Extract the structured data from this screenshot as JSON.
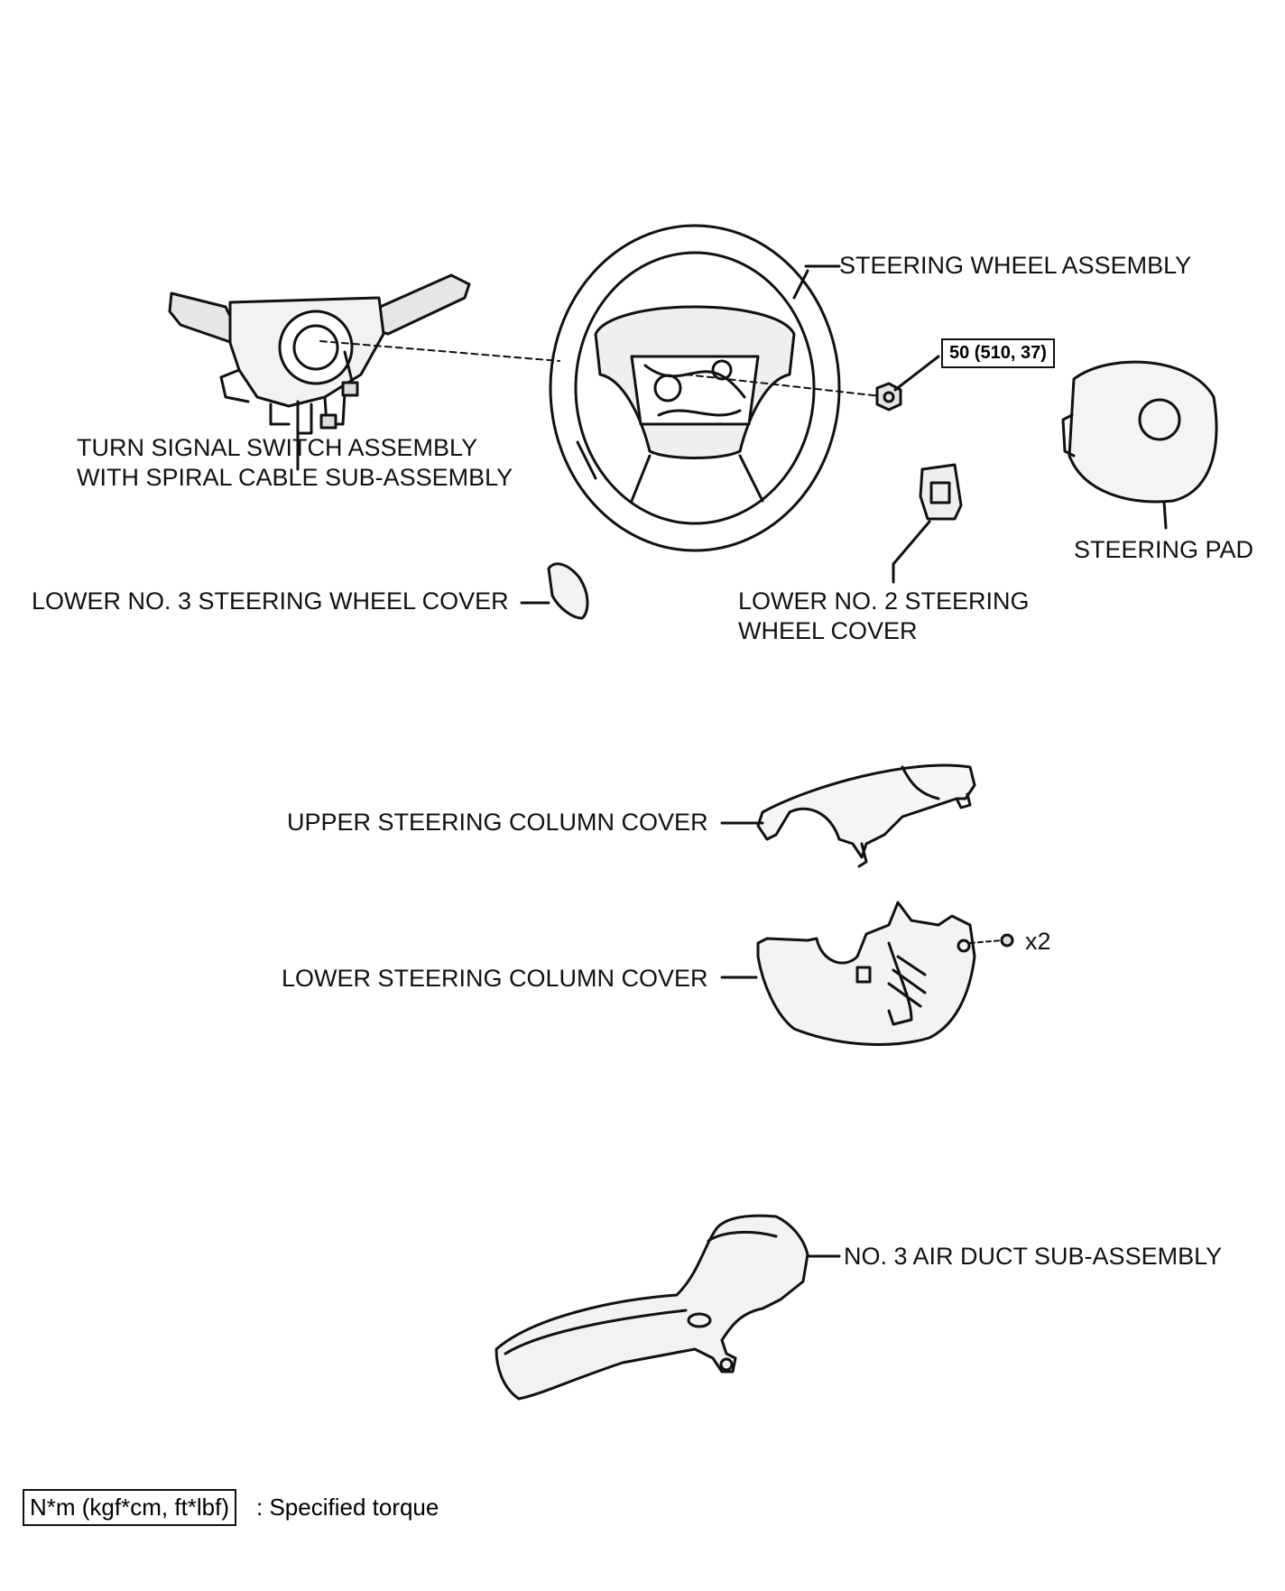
{
  "labels": {
    "steering_wheel": "STEERING WHEEL ASSEMBLY",
    "turn_signal_line1": "TURN SIGNAL SWITCH ASSEMBLY",
    "turn_signal_line2": "WITH SPIRAL CABLE SUB-ASSEMBLY",
    "steering_pad": "STEERING PAD",
    "lower_no3": "LOWER NO. 3 STEERING WHEEL COVER",
    "lower_no2_line1": "LOWER NO. 2 STEERING",
    "lower_no2_line2": "WHEEL COVER",
    "upper_column": "UPPER STEERING COLUMN COVER",
    "lower_column": "LOWER STEERING COLUMN COVER",
    "air_duct": "NO. 3 AIR DUCT SUB-ASSEMBLY",
    "screw_qty": "x2"
  },
  "torque": {
    "nut_value": "50 (510, 37)"
  },
  "legend": {
    "unit_box": "N*m (kgf*cm, ft*lbf)",
    "description": ": Specified torque"
  }
}
